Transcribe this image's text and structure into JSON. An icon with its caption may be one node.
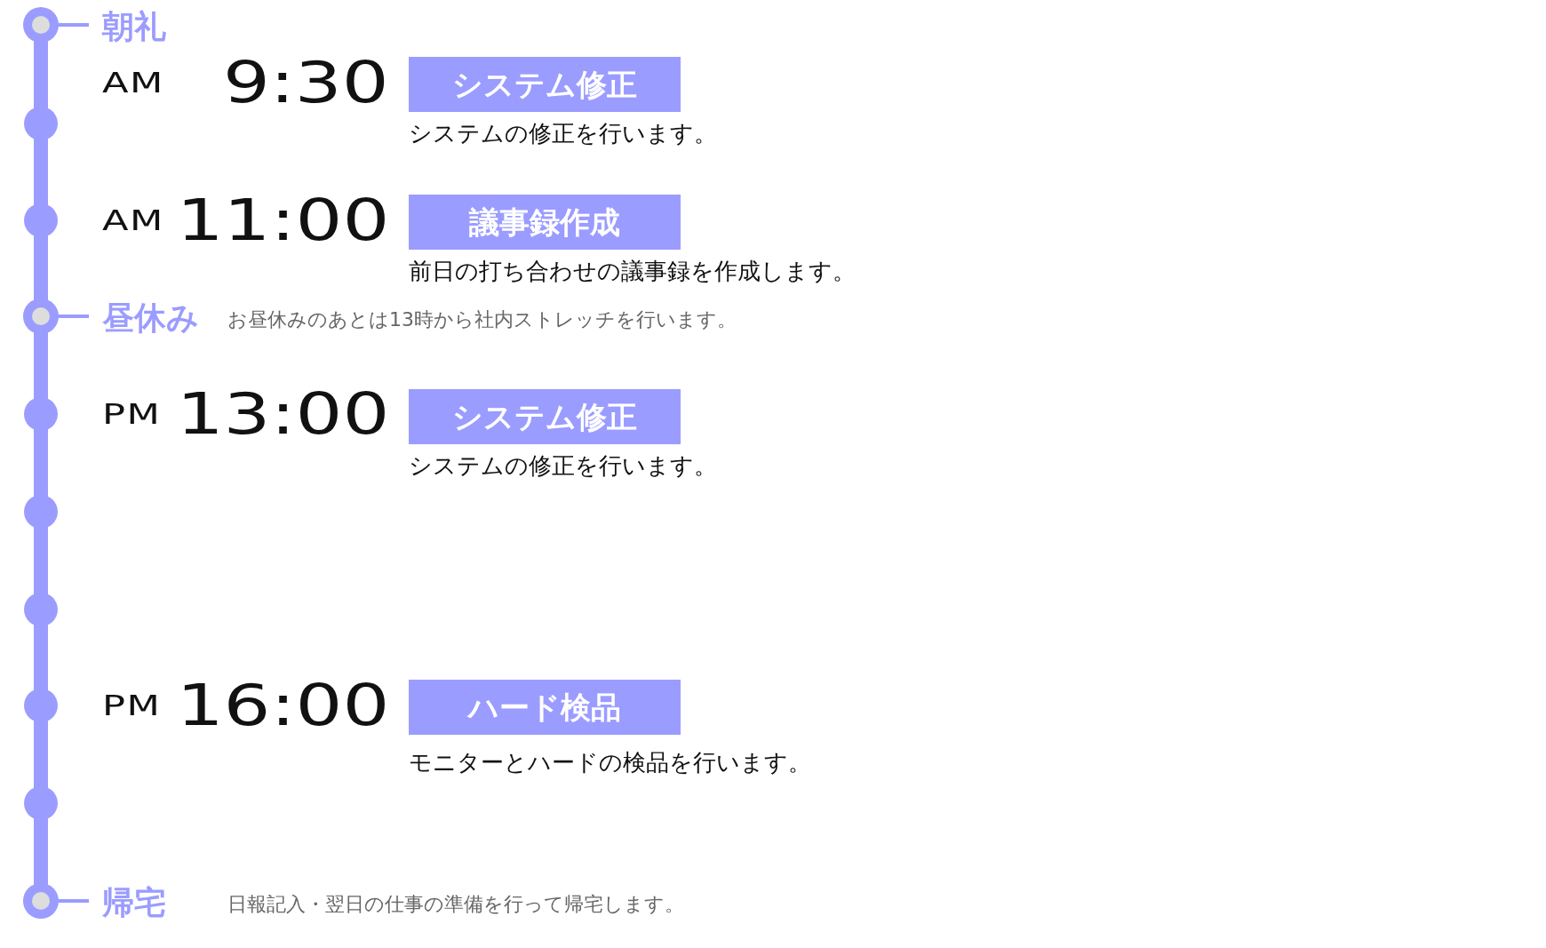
{
  "diagram": {
    "nodes": [
      {
        "text": [
          "システム修正"
        ],
        "beside": [
          "システムの修正を行います。"
        ]
      },
      {
        "text": [
          "議事録作成"
        ],
        "beside": [
          "前日の打ち合わせの議事録を作成します。"
        ]
      },
      {
        "text": [
          "システム修正"
        ],
        "beside": [
          "システムの修正を行います。"
        ]
      },
      {
        "text": [
          "ハード検品"
        ],
        "beside": [
          "モニターとハードの検品を行います。"
        ]
      }
    ],
    "labels": [
      "朝礼",
      "AM",
      "9:30",
      "AM",
      "11:00",
      "昼休み",
      "お昼休みのあとは13時から社内ストレッチを行います。",
      "PM",
      "13:00",
      "PM",
      "16:00",
      "帰宅",
      "日報記入・翌日の仕事の準備を行って帰宅します。"
    ]
  }
}
